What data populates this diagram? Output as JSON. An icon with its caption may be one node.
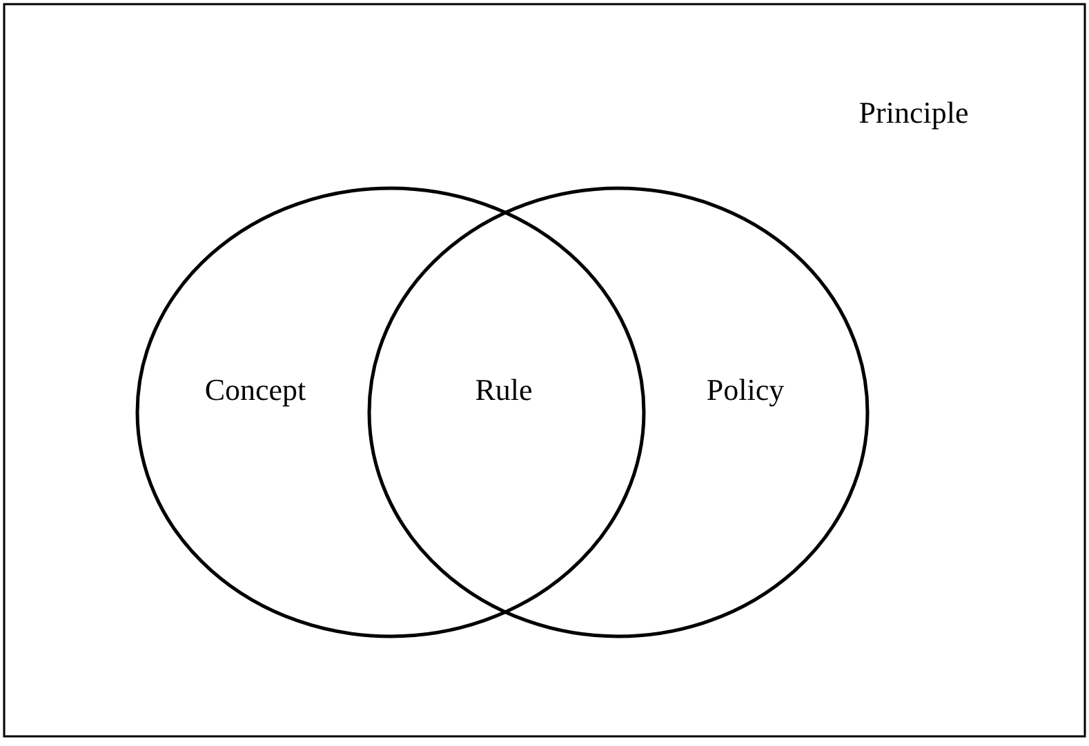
{
  "diagram": {
    "nodes": [
      {
        "text": [
          "Principle"
        ]
      },
      {
        "text": [
          "Concept"
        ],
        "in": 0
      },
      {
        "text": [
          "Policy"
        ],
        "in": 0
      }
    ],
    "labels": [
      "Rule"
    ]
  }
}
